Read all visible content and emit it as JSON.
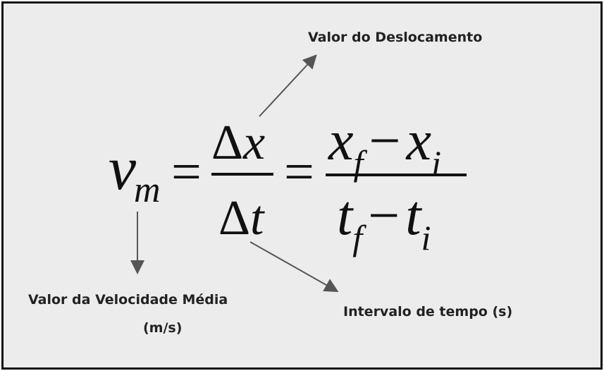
{
  "labels": {
    "displacement": "Valor do Deslocamento",
    "avg_velocity": "Valor da Velocidade Média",
    "avg_velocity_unit": "(m/s)",
    "time_interval": "Intervalo de tempo (s)"
  },
  "formula": {
    "v": "v",
    "v_sub": "m",
    "eq": "=",
    "delta": "Δ",
    "x": "x",
    "t": "t",
    "f": "f",
    "i": "i",
    "minus": "−"
  },
  "colors": {
    "background": "#ececec",
    "arrow": "#555555",
    "border": "#111111"
  }
}
